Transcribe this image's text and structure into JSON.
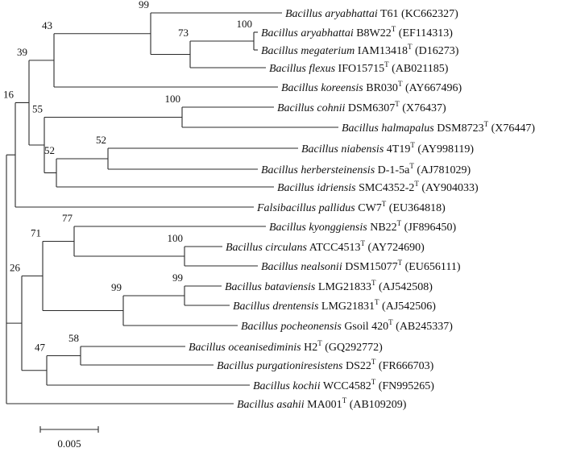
{
  "tips": [
    {
      "genus": "Bacillus",
      "species": "aryabhattai",
      "strain": "T61",
      "type_strain": false,
      "accession": "(KC662327)"
    },
    {
      "genus": "Bacillus",
      "species": "aryabhattai",
      "strain": "B8W22",
      "type_strain": true,
      "accession": "(EF114313)"
    },
    {
      "genus": "Bacillus",
      "species": "megaterium",
      "strain": "IAM13418",
      "type_strain": true,
      "accession": "(D16273)"
    },
    {
      "genus": "Bacillus",
      "species": "flexus",
      "strain": "IFO15715",
      "type_strain": true,
      "accession": "(AB021185)"
    },
    {
      "genus": "Bacillus",
      "species": "koreensis",
      "strain": "BR030",
      "type_strain": true,
      "accession": "(AY667496)"
    },
    {
      "genus": "Bacillus",
      "species": "cohnii",
      "strain": "DSM6307",
      "type_strain": true,
      "accession": "(X76437)"
    },
    {
      "genus": "Bacillus",
      "species": "halmapalus",
      "strain": "DSM8723",
      "type_strain": true,
      "accession": "(X76447)"
    },
    {
      "genus": "Bacillus",
      "species": "niabensis",
      "strain": "4T19",
      "type_strain": true,
      "accession": "(AY998119)"
    },
    {
      "genus": "Bacillus",
      "species": "herbersteinensis",
      "strain": "D-1-5a",
      "type_strain": true,
      "accession": "(AJ781029)"
    },
    {
      "genus": "Bacillus",
      "species": "idriensis",
      "strain": "SMC4352-2",
      "type_strain": true,
      "accession": "(AY904033)"
    },
    {
      "genus": "Falsibacillus",
      "species": "pallidus",
      "strain": "CW7",
      "type_strain": true,
      "accession": "(EU364818)"
    },
    {
      "genus": "Bacillus",
      "species": "kyonggiensis",
      "strain": "NB22",
      "type_strain": true,
      "accession": "(JF896450)"
    },
    {
      "genus": "Bacillus",
      "species": "circulans",
      "strain": "ATCC4513",
      "type_strain": true,
      "accession": "(AY724690)"
    },
    {
      "genus": "Bacillus",
      "species": "nealsonii",
      "strain": "DSM15077",
      "type_strain": true,
      "accession": "(EU656111)"
    },
    {
      "genus": "Bacillus",
      "species": "bataviensis",
      "strain": "LMG21833",
      "type_strain": true,
      "accession": "(AJ542508)"
    },
    {
      "genus": "Bacillus",
      "species": "drentensis",
      "strain": "LMG21831",
      "type_strain": true,
      "accession": "(AJ542506)"
    },
    {
      "genus": "Bacillus",
      "species": "pocheonensis",
      "strain": "Gsoil 420",
      "type_strain": true,
      "accession": "(AB245337)"
    },
    {
      "genus": "Bacillus",
      "species": "oceanisediminis",
      "strain": "H2",
      "type_strain": true,
      "accession": "(GQ292772)"
    },
    {
      "genus": "Bacillus",
      "species": "purgationiresistens",
      "strain": "DS22",
      "type_strain": true,
      "accession": "(FR666703)"
    },
    {
      "genus": "Bacillus",
      "species": "kochii",
      "strain": "WCC4582",
      "type_strain": true,
      "accession": "(FN995265)"
    },
    {
      "genus": "Bacillus",
      "species": "asahii",
      "strain": "MA001",
      "type_strain": true,
      "accession": "(AB109209)"
    }
  ],
  "type_strain_marker": "T",
  "bootstrap_values": [
    "99",
    "100",
    "73",
    "43",
    "39",
    "100",
    "55",
    "52",
    "52",
    "16",
    "77",
    "100",
    "71",
    "99",
    "99",
    "26",
    "58",
    "47"
  ],
  "scale_bar": {
    "label": "0.005"
  },
  "colors": {
    "line": "#2a2a2a",
    "text": "#111111",
    "background": "#ffffff"
  }
}
